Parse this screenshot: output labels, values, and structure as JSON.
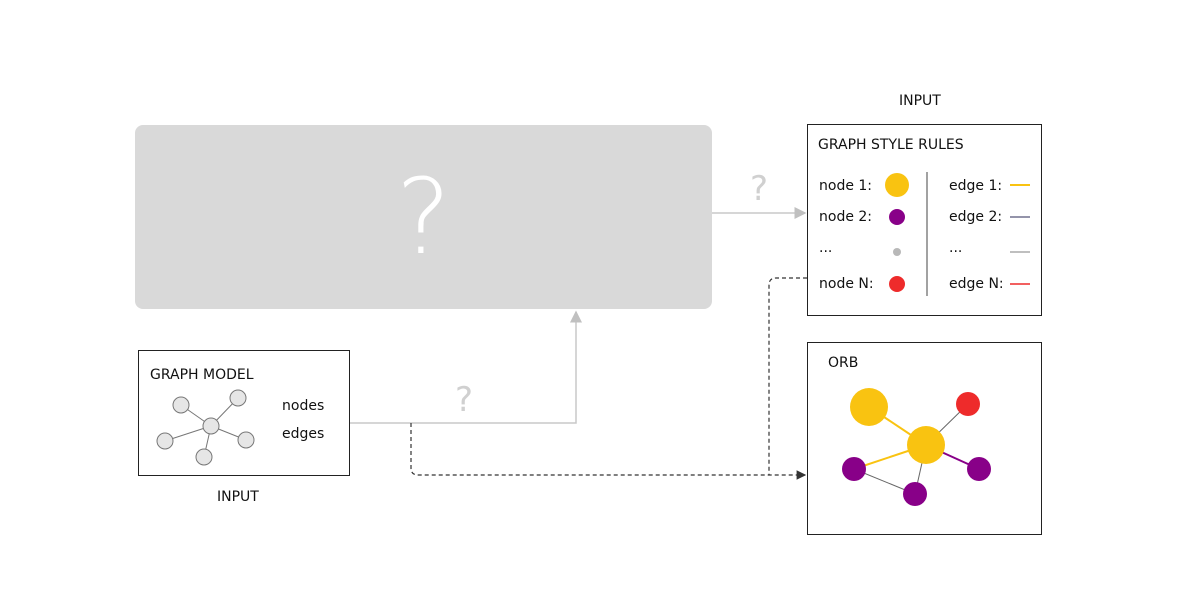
{
  "unknown_box": {
    "symbol": "?"
  },
  "connector_labels": {
    "style_link": "?",
    "model_link": "?"
  },
  "graph_model": {
    "title": "GRAPH MODEL",
    "labels": [
      "nodes",
      "edges"
    ],
    "caption": "INPUT"
  },
  "style_rules": {
    "caption": "INPUT",
    "title": "GRAPH STYLE RULES",
    "nodes": [
      {
        "label": "node 1:",
        "color": "#f9c311",
        "size": "large"
      },
      {
        "label": "node 2:",
        "color": "#880088",
        "size": "medium"
      },
      {
        "label": "...",
        "color": "#b8b8b8",
        "size": "small"
      },
      {
        "label": "node N:",
        "color": "#ee2b2b",
        "size": "medium"
      }
    ],
    "edges": [
      {
        "label": "edge 1:",
        "color": "#f9c311"
      },
      {
        "label": "edge 2:",
        "color": "#555577"
      },
      {
        "label": "...",
        "color": "#999999"
      },
      {
        "label": "edge N:",
        "color": "#ee2b2b"
      }
    ]
  },
  "orb": {
    "title": "ORB",
    "node_colors": {
      "yellow": "#f9c311",
      "purple": "#880088",
      "red": "#ee2b2b"
    },
    "edge_colors": {
      "yellow": "#f9c311",
      "purple": "#880088",
      "gray": "#666666"
    }
  },
  "colors": {
    "connector_gray": "#c8c8c8",
    "dashed": "#333333",
    "sketch_fill": "#e6e6e6",
    "sketch_stroke": "#777777"
  }
}
